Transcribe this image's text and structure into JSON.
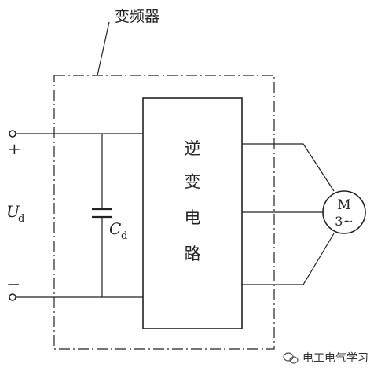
{
  "title": "变频器",
  "block_chars": [
    "逆",
    "变",
    "电",
    "路"
  ],
  "plus_sign": "+",
  "minus_sign": "−",
  "voltage": {
    "symbol": "U",
    "subscript": "d"
  },
  "capacitor": {
    "symbol": "C",
    "subscript": "d"
  },
  "motor": {
    "line1": "M",
    "line2": "3~"
  },
  "watermark": {
    "text": "电工电气学习",
    "icon": "wechat-icon"
  }
}
